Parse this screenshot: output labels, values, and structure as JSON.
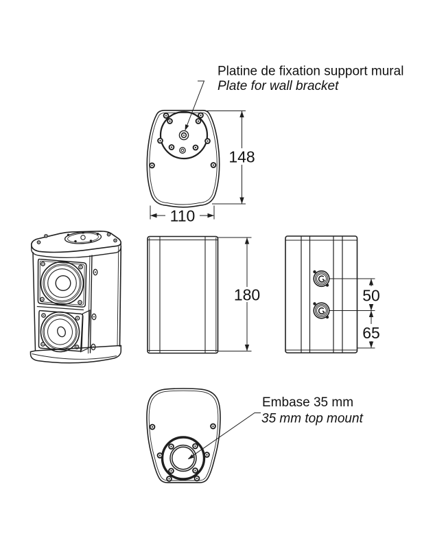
{
  "page": {
    "background_color": "#ffffff",
    "line_color": "#1f1f1f",
    "text_color": "#111111"
  },
  "callouts": {
    "wall_bracket": {
      "line1": "Platine de fixation support mural",
      "line2": "Plate for wall bracket"
    },
    "top_mount": {
      "line1": "Embase 35 mm",
      "line2": "35 mm top mount"
    }
  },
  "dimensions": {
    "top_view_depth": "148",
    "top_view_width": "110",
    "cabinet_height": "180",
    "connector_spacing": "50",
    "connector_to_bottom": "65"
  },
  "icons": {
    "wall_plate": "circular-wall-bracket-plate",
    "pole_mount": "35mm-pole-mount-ring",
    "connectors": "speakon-connector"
  }
}
